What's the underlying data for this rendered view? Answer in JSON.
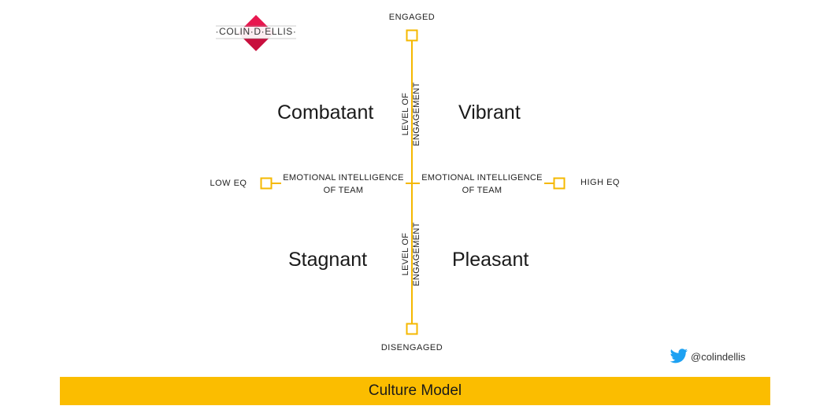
{
  "logo": {
    "text": "·COLIN·D·ELLIS·",
    "colors": {
      "diamond_top": "#e8174f",
      "diamond_bottom": "#c8103e"
    }
  },
  "axes": {
    "top": "ENGAGED",
    "bottom": "DISENGAGED",
    "left": "LOW EQ",
    "right": "HIGH EQ",
    "horizontal_label_left": [
      "EMOTIONAL INTELLIGENCE",
      "OF TEAM"
    ],
    "horizontal_label_right": [
      "EMOTIONAL INTELLIGENCE",
      "OF TEAM"
    ],
    "vertical_label_top": [
      "LEVEL OF",
      "ENGAGEMENT"
    ],
    "vertical_label_bottom": [
      "LEVEL OF",
      "ENGAGEMENT"
    ]
  },
  "quadrants": {
    "top_left": "Combatant",
    "top_right": "Vibrant",
    "bottom_left": "Stagnant",
    "bottom_right": "Pleasant"
  },
  "social": {
    "handle": "@colindellis",
    "icon": "twitter-bird-icon",
    "color": "#1da1f2"
  },
  "footer": {
    "title": "Culture Model"
  },
  "colors": {
    "accent": "#fbbd00",
    "line": "#f5b800"
  }
}
